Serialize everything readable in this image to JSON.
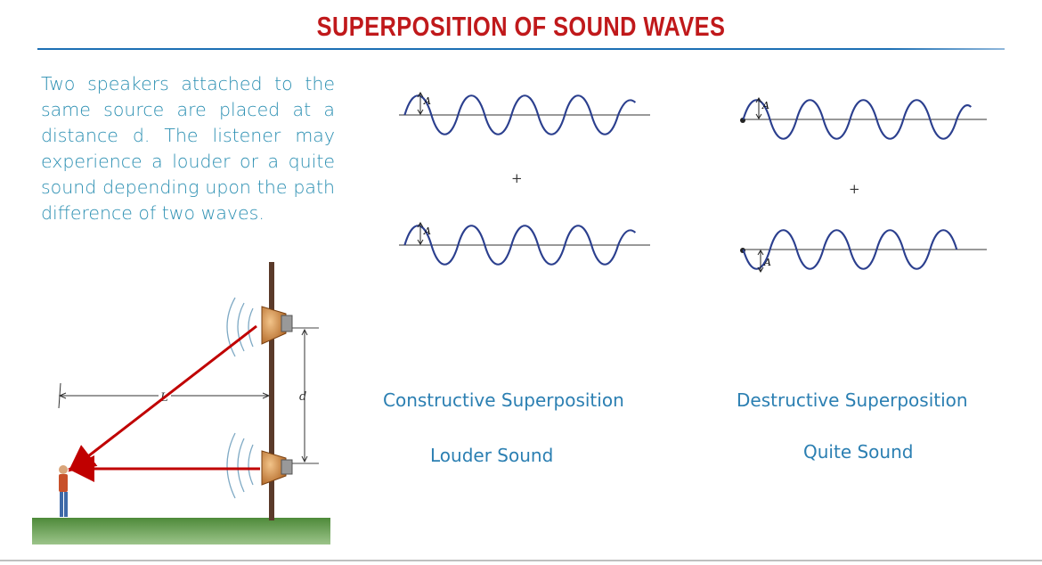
{
  "title": "SUPERPOSITION OF SOUND WAVES",
  "description": "Two speakers attached to the same source are placed at a distance d. The listener may experience a louder or a quite sound depending upon the path difference of two waves.",
  "diagram": {
    "distance_label": "L",
    "separation_label": "d"
  },
  "constructive": {
    "wave_label": "A",
    "plus": "+",
    "caption": "Constructive Superposition",
    "result": "Louder Sound"
  },
  "destructive": {
    "wave_label": "A",
    "plus": "+",
    "caption": "Destructive Superposition",
    "result": "Quite Sound"
  },
  "colors": {
    "title": "#c0191b",
    "text": "#2b8fb2",
    "wave": "#2b3f8e",
    "arrow": "#c00000"
  }
}
